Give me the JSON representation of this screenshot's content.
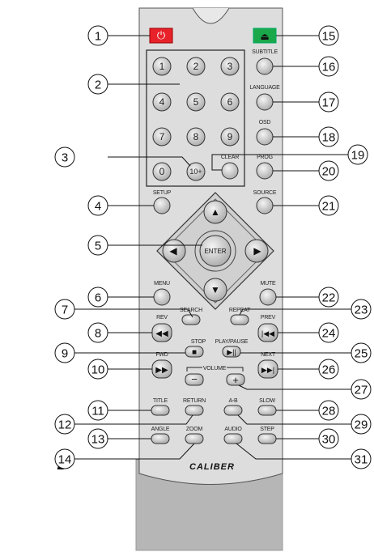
{
  "keypad": [
    "1",
    "2",
    "3",
    "4",
    "5",
    "6",
    "7",
    "8",
    "9",
    "0",
    "10+"
  ],
  "labels": {
    "subtitle": "SUBTITLE",
    "language": "LANGUAGE",
    "osd": "OSD",
    "clear": "CLEAR",
    "prog": "PROG",
    "setup": "SETUP",
    "source": "SOURCE",
    "enter": "ENTER",
    "menu": "MENU",
    "mute": "MUTE",
    "search": "SEARCH",
    "repeat": "REPEAT",
    "rev": "REV",
    "prev": "PREV",
    "stop": "STOP",
    "play_pause": "PLAY/PAUSE",
    "fwd": "FWD",
    "next": "NEXT",
    "volume": "VOLUME",
    "title": "TITLE",
    "return": "RETURN",
    "ab": "A-B",
    "slow": "SLOW",
    "angle": "ANGLE",
    "zoom": "ZOOM",
    "audio": "AUDIO",
    "step": "STEP"
  },
  "brand": "CALIBER",
  "callouts": [
    "1",
    "2",
    "3",
    "4",
    "5",
    "6",
    "7",
    "8",
    "9",
    "10",
    "11",
    "12",
    "13",
    "14",
    "15",
    "16",
    "17",
    "18",
    "19",
    "20",
    "21",
    "22",
    "23",
    "24",
    "25",
    "26",
    "27",
    "28",
    "29",
    "30",
    "31"
  ],
  "colors": {
    "body": "#dcdcdc",
    "base": "#b4b4b4",
    "button": "#c9c9c9",
    "power": "#e8222a",
    "eject": "#1aa84a"
  }
}
